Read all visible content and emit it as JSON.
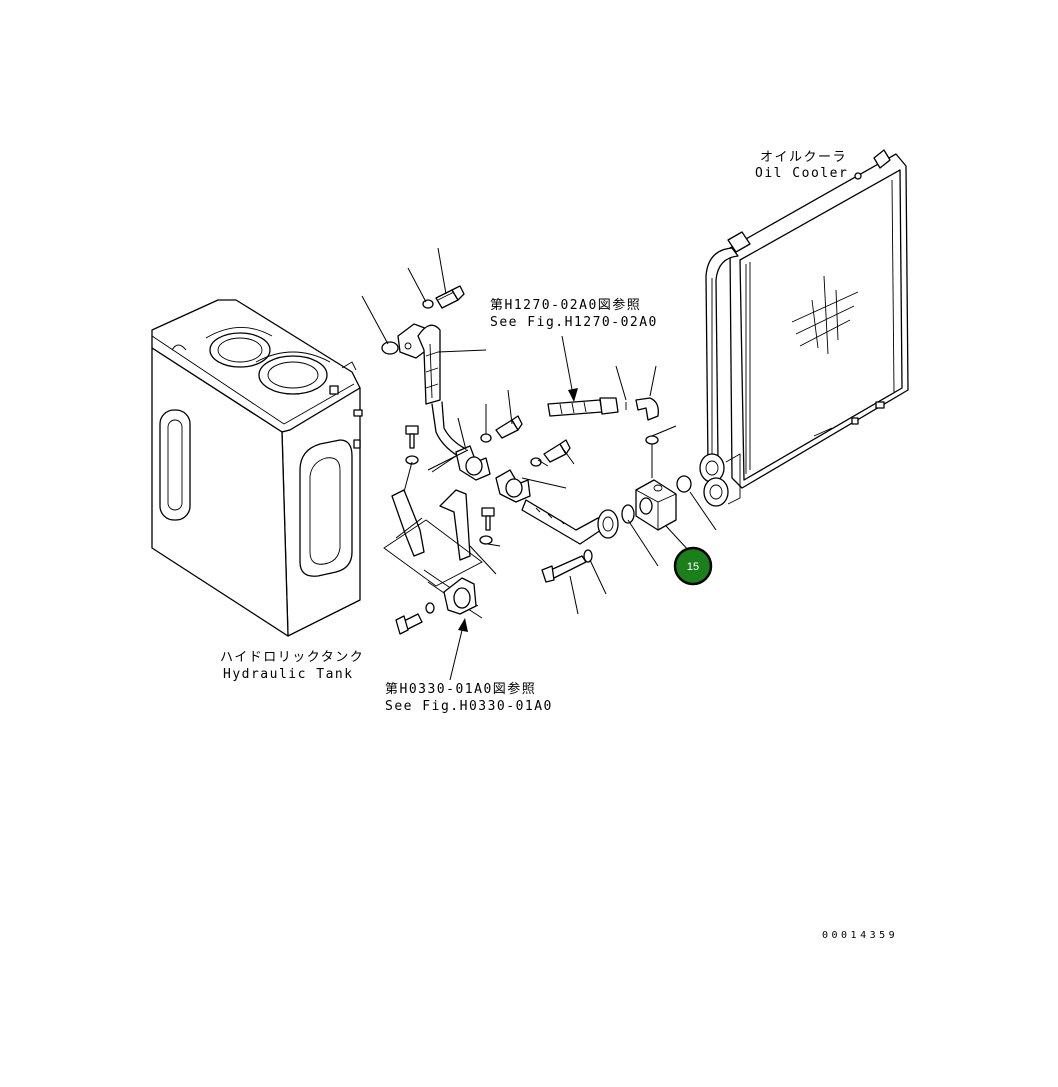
{
  "labels": {
    "oil_cooler_jp": "オイルクーラ",
    "oil_cooler_en": "Oil Cooler",
    "ref1_jp": "第H1270-02A0図参照",
    "ref1_en": "See Fig.H1270-02A0",
    "tank_jp": "ハイドロリックタンク",
    "tank_en": "Hydraulic Tank",
    "ref2_jp": "第H0330-01A0図参照",
    "ref2_en": "See Fig.H0330-01A0",
    "drawing_number": "00014359"
  },
  "callout": {
    "number": "15",
    "color": "#1b7f1b",
    "ring_color": "#000000"
  }
}
